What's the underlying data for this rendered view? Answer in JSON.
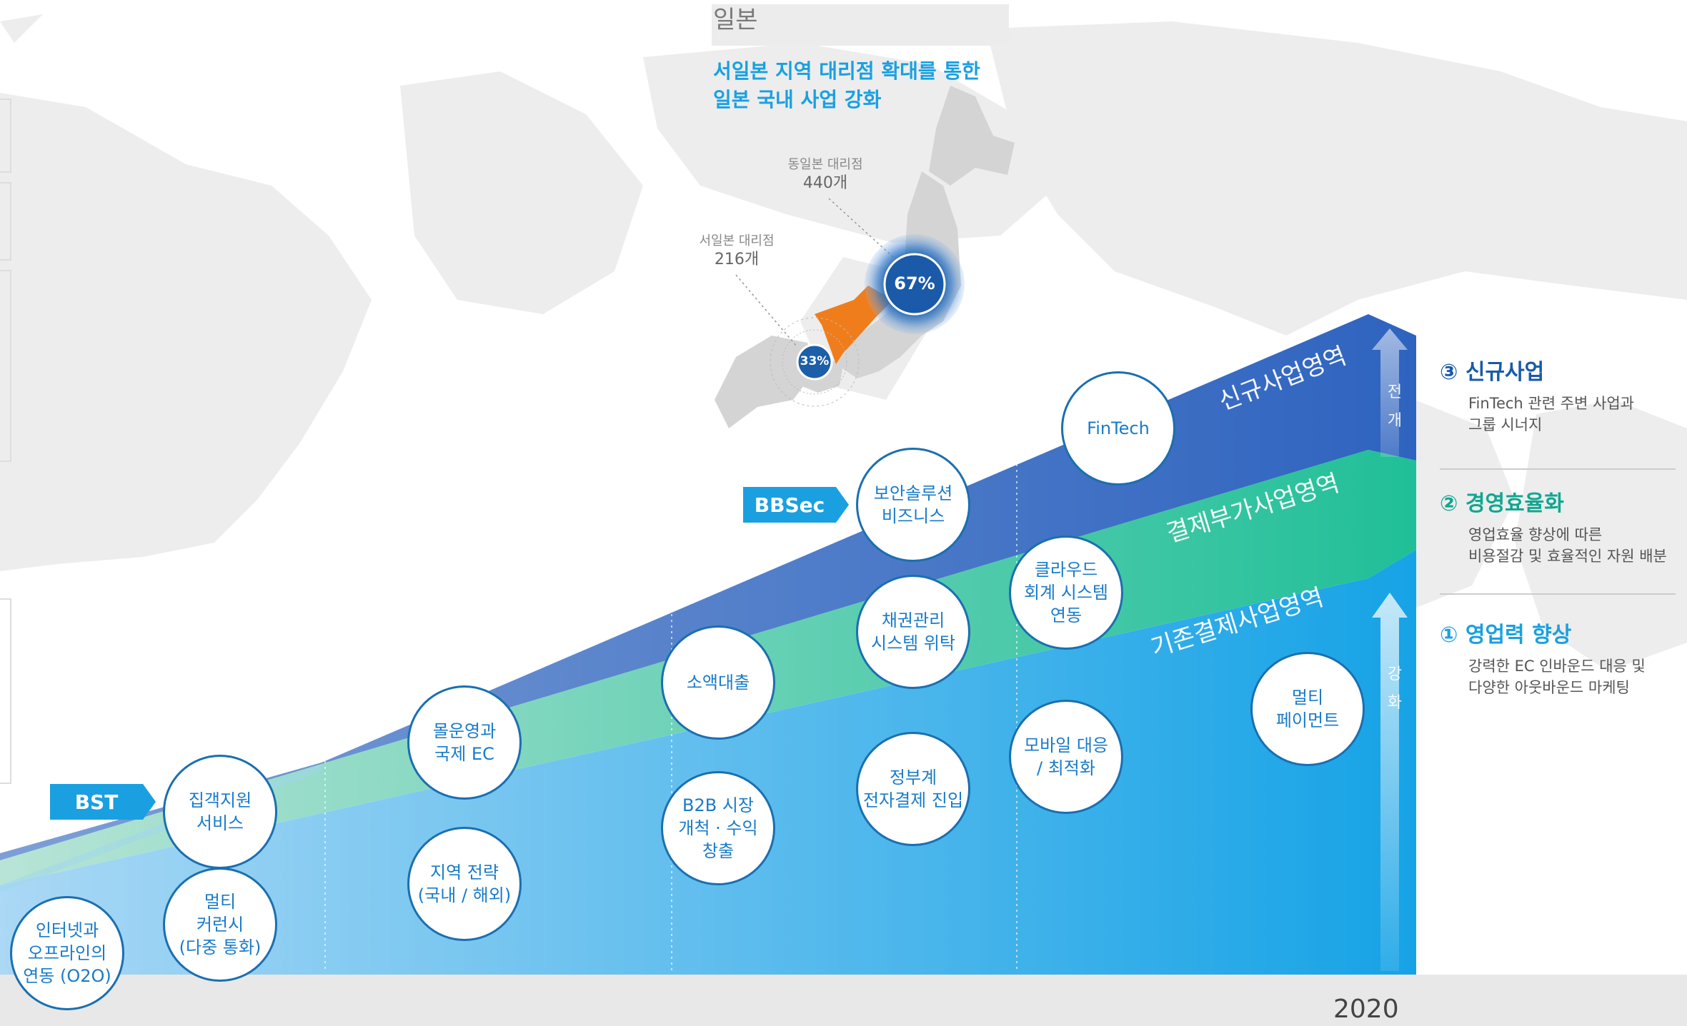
{
  "header": {
    "title": "일본",
    "subtitle_line1": "서일본 지역 대리점 확대를 통한",
    "subtitle_line2": "일본 국내 사업 강화"
  },
  "map": {
    "east": {
      "label": "동일본 대리점",
      "count": "440개",
      "percent": "67%"
    },
    "west": {
      "label": "서일본 대리점",
      "count": "216개",
      "percent": "33%"
    }
  },
  "flags": {
    "bst": "BST",
    "bbsec": "BBSec"
  },
  "bands": {
    "new": "신규사업영역",
    "addon": "결제부가사업영역",
    "existing": "기존결제사업영역"
  },
  "arrows": {
    "top_chars": [
      "전",
      "개"
    ],
    "bottom_chars": [
      "강",
      "화"
    ]
  },
  "circles": {
    "o2o": "인터넷과\n오프라인의\n연동 (O2O)",
    "customer": "집객지원\n서비스",
    "multicurrency": "멀티\n커런시\n(다중 통화)",
    "mall": "몰운영과\n국제 EC",
    "region": "지역 전략\n(국내 / 해외)",
    "smallloan": "소액대출",
    "b2b": "B2B 시장\n개척 · 수익\n창출",
    "security": "보안솔루션\n비즈니스",
    "receivable": "채권관리\n시스템 위탁",
    "gov": "정부계\n전자결제 진입",
    "fintech": "FinTech",
    "cloud": "클라우드\n회계 시스템\n연동",
    "mobile": "모바일 대응\n/ 최적화",
    "multipay": "멀티\n페이먼트"
  },
  "side": {
    "item3": {
      "title": "③ 신규사업",
      "desc1": "FinTech 관련 주변 사업과",
      "desc2": "그룹 시너지"
    },
    "item2": {
      "title": "② 경영효율화",
      "desc1": "영업효율 향상에 따른",
      "desc2": "비용절감 및 효율적인 자원 배분"
    },
    "item1": {
      "title": "① 영업력 향상",
      "desc1": "강력한 EC 인바운드 대응 및",
      "desc2": "다양한 아웃바운드 마케팅"
    }
  },
  "axis": {
    "year": "2020"
  },
  "colors": {
    "accent": "#1aa0e0",
    "band_new": "#3a6fc2",
    "band_addon": "#2ec0a0",
    "band_existing": "#23a8e8",
    "side_new": "#1a5aa8",
    "side_eff": "#11a690",
    "side_sales": "#1aa0e0"
  }
}
